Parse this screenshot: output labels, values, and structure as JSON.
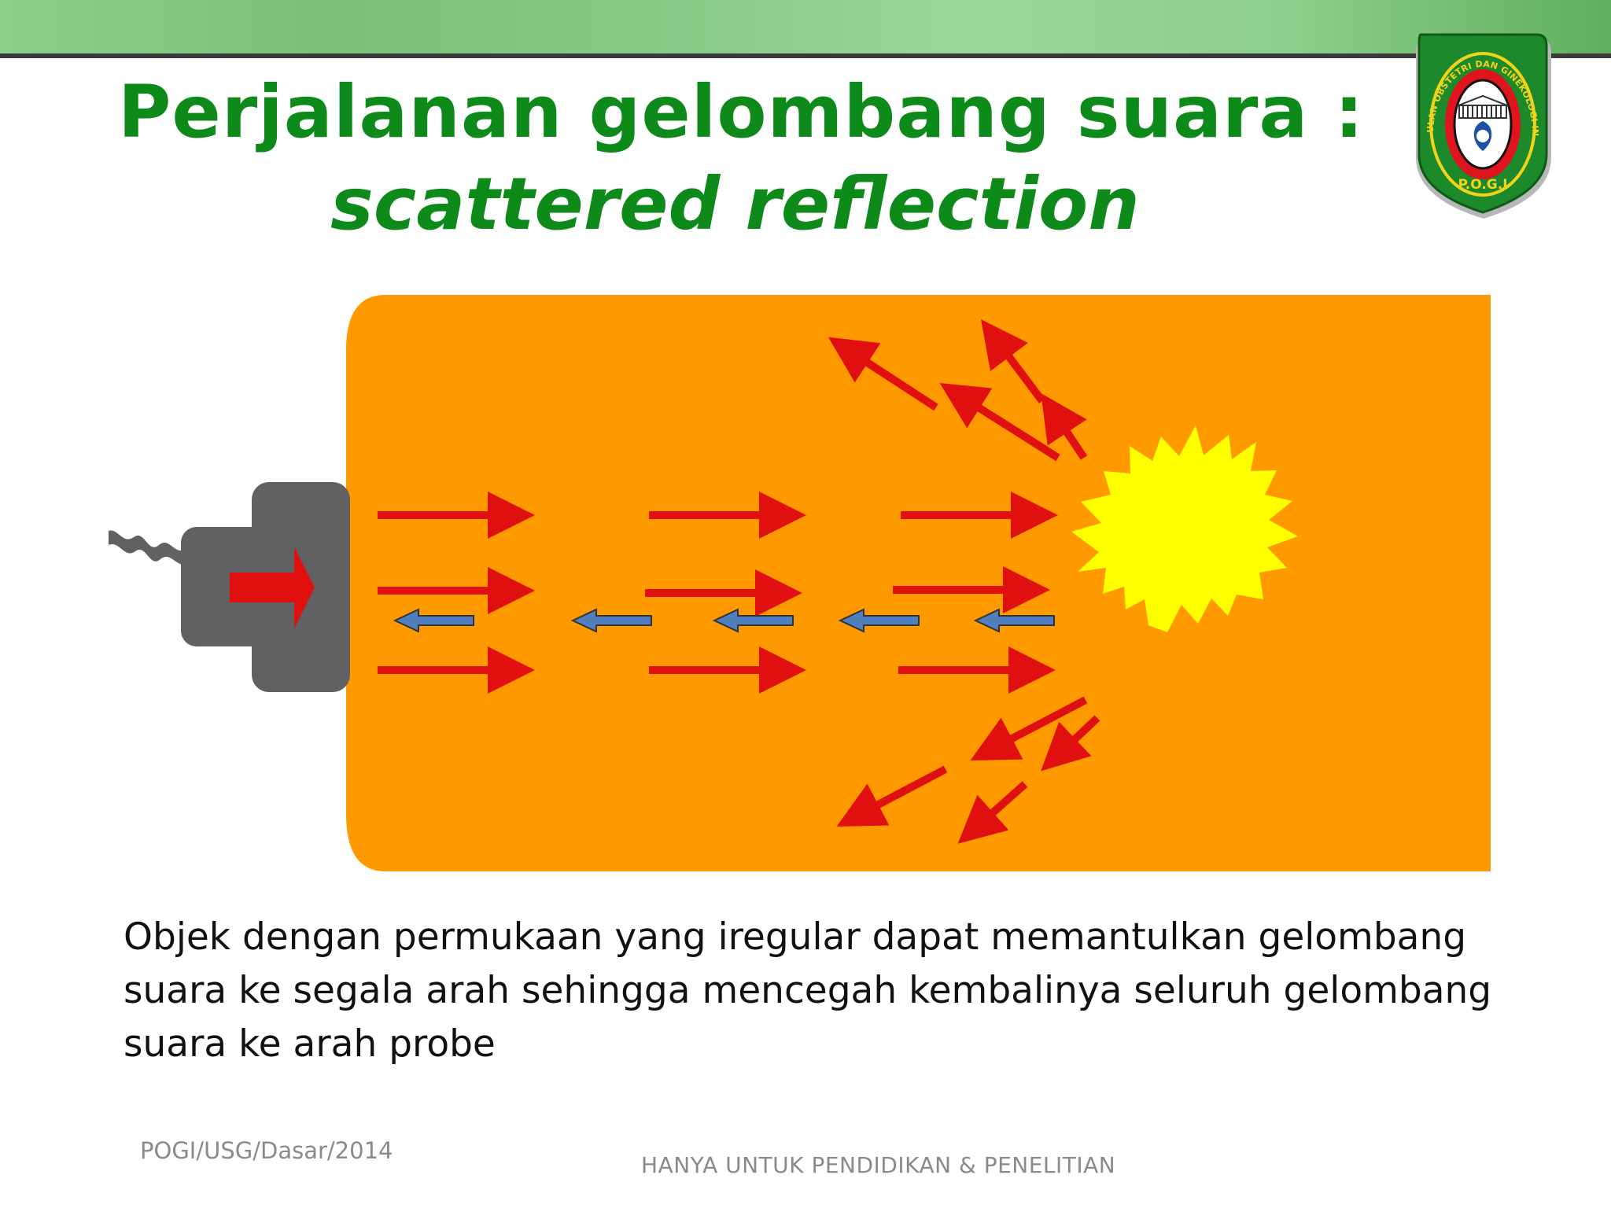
{
  "header": {
    "title_line1": "Perjalanan gelombang suara :",
    "title_line2": "scattered reflection"
  },
  "logo": {
    "ring_text": "PERKUMPULAN OBSTETRI DAN GINEKOLOGI INDONESIA",
    "abbreviation": "P.O.G.I"
  },
  "diagram": {
    "icons": [
      "probe-icon",
      "reflector-icon"
    ],
    "colors": {
      "medium": "#ff9900",
      "incident_arrow": "#e01010",
      "echo_arrow": "#4f7fbf",
      "reflector": "#ffff00",
      "probe": "#616062"
    }
  },
  "content": {
    "body_text": "Objek dengan permukaan yang iregular dapat memantulkan gelombang suara ke segala arah sehingga mencegah kembalinya seluruh gelombang suara ke arah probe"
  },
  "footer": {
    "left": "POGI/USG/Dasar/2014",
    "center": "HANYA UNTUK PENDIDIKAN & PENELITIAN"
  }
}
